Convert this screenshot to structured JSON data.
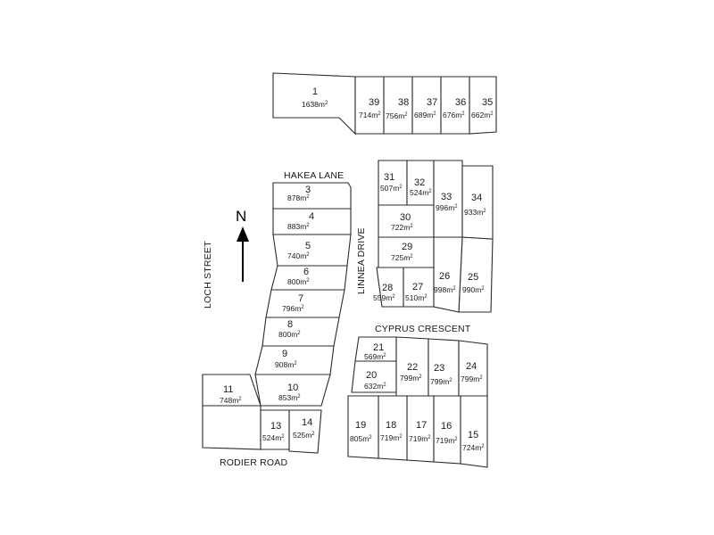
{
  "streets": {
    "hakea": "HAKEA LANE",
    "linnea": "LINNEA DRIVE",
    "loch": "LOCH STREET",
    "cyprus": "CYPRUS CRESCENT",
    "rodier": "RODIER ROAD"
  },
  "north_label": "N",
  "area_unit": "m",
  "area_sup": "2",
  "lots": [
    {
      "num": "1",
      "area": "1638"
    },
    {
      "num": "3",
      "area": "878"
    },
    {
      "num": "4",
      "area": "883"
    },
    {
      "num": "5",
      "area": "740"
    },
    {
      "num": "6",
      "area": "800"
    },
    {
      "num": "7",
      "area": "796"
    },
    {
      "num": "8",
      "area": "800"
    },
    {
      "num": "9",
      "area": "908"
    },
    {
      "num": "10",
      "area": "853"
    },
    {
      "num": "11",
      "area": "748"
    },
    {
      "num": "13",
      "area": "524"
    },
    {
      "num": "14",
      "area": "525"
    },
    {
      "num": "15",
      "area": "724"
    },
    {
      "num": "16",
      "area": "719"
    },
    {
      "num": "17",
      "area": "719"
    },
    {
      "num": "18",
      "area": "719"
    },
    {
      "num": "19",
      "area": "805"
    },
    {
      "num": "20",
      "area": "632"
    },
    {
      "num": "21",
      "area": "569"
    },
    {
      "num": "22",
      "area": "799"
    },
    {
      "num": "23",
      "area": "799"
    },
    {
      "num": "24",
      "area": "799"
    },
    {
      "num": "25",
      "area": "990"
    },
    {
      "num": "26",
      "area": "998"
    },
    {
      "num": "27",
      "area": "510"
    },
    {
      "num": "28",
      "area": "559"
    },
    {
      "num": "29",
      "area": "725"
    },
    {
      "num": "30",
      "area": "722"
    },
    {
      "num": "31",
      "area": "507"
    },
    {
      "num": "32",
      "area": "524"
    },
    {
      "num": "33",
      "area": "996"
    },
    {
      "num": "34",
      "area": "933"
    },
    {
      "num": "35",
      "area": "662"
    },
    {
      "num": "36",
      "area": "676"
    },
    {
      "num": "37",
      "area": "689"
    },
    {
      "num": "38",
      "area": "756"
    },
    {
      "num": "39",
      "area": "714"
    }
  ]
}
